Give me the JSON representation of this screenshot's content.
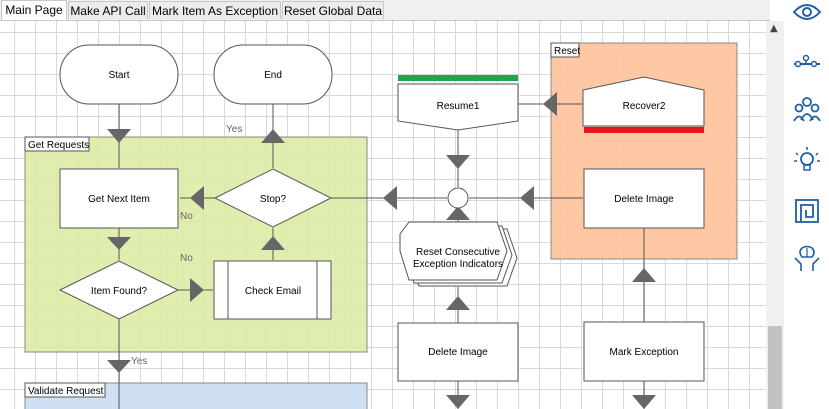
{
  "tabs": [
    {
      "label": "Main Page",
      "active": true
    },
    {
      "label": "Make API Call",
      "active": false
    },
    {
      "label": "Mark Item As Exception",
      "active": false
    },
    {
      "label": "Reset Global Data",
      "active": false
    }
  ],
  "blocks": {
    "get_requests": "Get Requests",
    "reset": "Reset",
    "validate_request": "Validate Request"
  },
  "nodes": {
    "start": "Start",
    "end": "End",
    "get_next_item": "Get Next Item",
    "stop": "Stop?",
    "item_found": "Item Found?",
    "check_email": "Check Email",
    "resume1": "Resume1",
    "recover2": "Recover2",
    "delete_image_reset": "Delete Image",
    "reset_indicators_line1": "Reset Consecutive",
    "reset_indicators_line2": "Exception Indicators",
    "delete_image_bottom": "Delete Image",
    "mark_exception": "Mark Exception"
  },
  "labels": {
    "yes_stop": "Yes",
    "no_stop": "No",
    "no_item": "No",
    "yes_item": "Yes"
  },
  "colors": {
    "block_green": "#d9eba0",
    "block_orange": "#fdc59e",
    "block_blue": "#cfe0f5",
    "resume_bar": "#1fa84a",
    "recover_bar": "#e8141c",
    "icon_blue": "#1f5fa8"
  },
  "sidebar_icons": [
    "eye-icon",
    "timeline-icon",
    "users-icon",
    "lightbulb-icon",
    "maze-icon",
    "brain-hands-icon"
  ]
}
